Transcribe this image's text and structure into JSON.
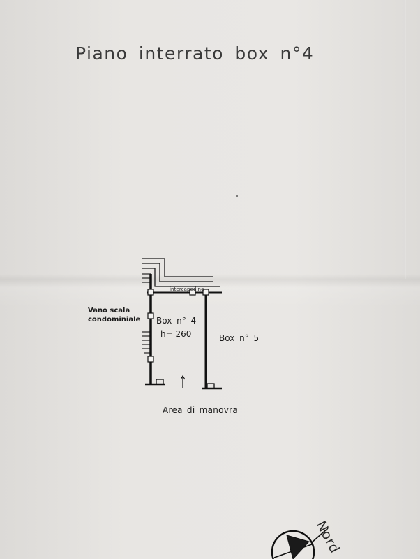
{
  "title": "Piano interrato box n°4",
  "plan": {
    "interc_label": "intercapedine",
    "stair_label_line1": "Vano scala",
    "stair_label_line2": "condominiale",
    "box4_label": "Box n° 4",
    "box4_height": "h= 260",
    "box5_label": "Box n° 5",
    "area_label": "Area di manovra"
  },
  "compass": {
    "label": "Nord",
    "icon": "north-arrow-icon"
  },
  "colors": {
    "paper": "#e6e4e1",
    "ink": "#1a1a1a"
  }
}
